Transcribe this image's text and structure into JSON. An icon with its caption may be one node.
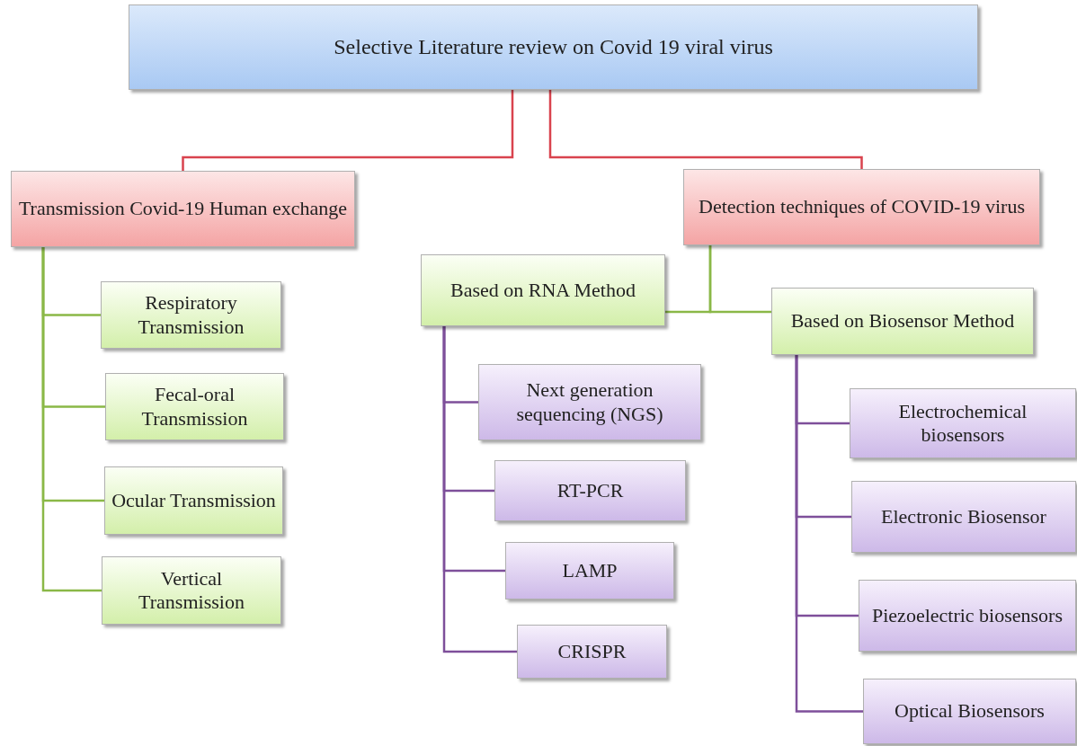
{
  "diagram": {
    "nodes": [
      {
        "text": [
          "Selective  Literature review  on Covid 19 viral virus"
        ]
      },
      {
        "text": [
          "Transmission Covid-19 Human exchange"
        ]
      },
      {
        "text": [
          "Respiratory Transmission"
        ]
      },
      {
        "text": [
          "Fecal-oral Transmission"
        ]
      },
      {
        "text": [
          "Ocular Transmission"
        ]
      },
      {
        "text": [
          "Vertical Transmission"
        ]
      },
      {
        "text": [
          "Detection techniques of COVID-19 virus"
        ]
      },
      {
        "text": [
          "Based on RNA Method"
        ]
      },
      {
        "text": [
          "Next generation sequencing (NGS)"
        ]
      },
      {
        "text": [
          "RT-PCR"
        ]
      },
      {
        "text": [
          "LAMP"
        ]
      },
      {
        "text": [
          "CRISPR"
        ]
      },
      {
        "text": [
          "Based on Biosensor Method"
        ]
      },
      {
        "text": [
          "Electrochemical biosensors"
        ]
      },
      {
        "text": [
          "Electronic Biosensor"
        ]
      },
      {
        "text": [
          "Piezoelectric biosensors"
        ]
      },
      {
        "text": [
          "Optical Biosensors"
        ]
      }
    ],
    "edges": [
      {
        "from": 0,
        "to": 1,
        "arrow": "none",
        "color": "#d9434e"
      },
      {
        "from": 0,
        "to": 6,
        "arrow": "none",
        "color": "#d9434e"
      },
      {
        "from": 1,
        "to": 2,
        "arrow": "none",
        "color": "#8ab847"
      },
      {
        "from": 1,
        "to": 3,
        "arrow": "none",
        "color": "#8ab847"
      },
      {
        "from": 1,
        "to": 4,
        "arrow": "none",
        "color": "#8ab847"
      },
      {
        "from": 1,
        "to": 5,
        "arrow": "none",
        "color": "#8ab847"
      },
      {
        "from": 6,
        "to": 7,
        "arrow": "none",
        "color": "#8ab847"
      },
      {
        "from": 6,
        "to": 12,
        "arrow": "none",
        "color": "#8ab847"
      },
      {
        "from": 7,
        "to": 8,
        "arrow": "none"
      },
      {
        "from": 7,
        "to": 9,
        "arrow": "none"
      },
      {
        "from": 7,
        "to": 10,
        "arrow": "none"
      },
      {
        "from": 7,
        "to": 11,
        "arrow": "none"
      },
      {
        "from": 12,
        "to": 13,
        "arrow": "none"
      },
      {
        "from": 12,
        "to": 14,
        "arrow": "none"
      },
      {
        "from": 12,
        "to": 15,
        "arrow": "none"
      },
      {
        "from": 12,
        "to": 16,
        "arrow": "none"
      }
    ]
  }
}
